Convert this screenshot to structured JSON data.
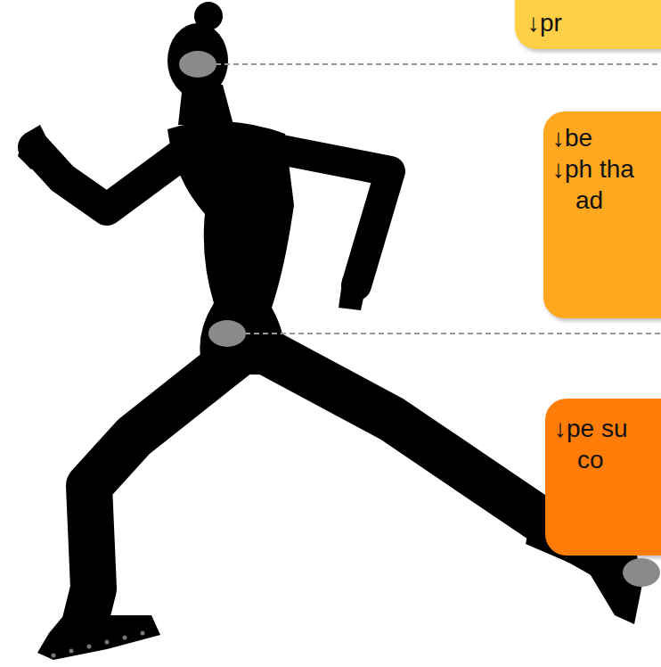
{
  "diagram": {
    "nodes": [
      {
        "text": [
          "↓pr"
        ]
      },
      {
        "text": [
          "↓be",
          "↓ph tha ad"
        ]
      },
      {
        "text": [
          "↓pe su co"
        ]
      }
    ]
  }
}
